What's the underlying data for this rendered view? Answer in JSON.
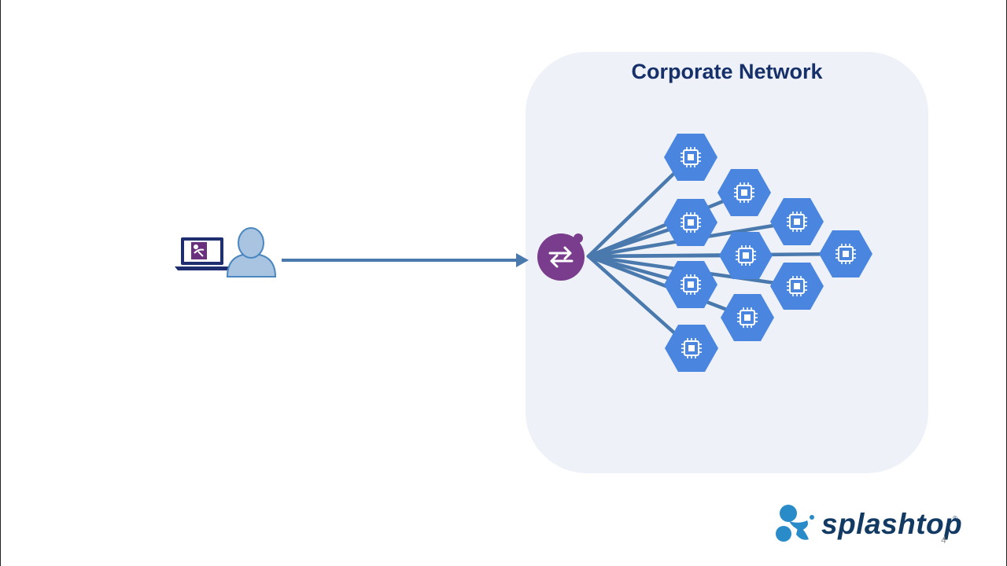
{
  "title": "Corporate Network",
  "page_number": "4",
  "brand": {
    "name": "splashtop",
    "registered_mark": "®"
  },
  "icons": {
    "laptop": "laptop-icon",
    "user": "user-icon",
    "gateway": "gateway-arrows-icon",
    "node": "compute-chip-hexagon-icon",
    "logo": "splashtop-logo-icon"
  },
  "colors": {
    "network_background": "#eef2f8",
    "title": "#16306a",
    "connector": "#4a79ad",
    "node": "#4a86e0",
    "gateway": "#7a3c8c",
    "user": "#a9c4e0",
    "laptop": "#1f2e6e",
    "brand": "#123a63",
    "brand_accent": "#2a8bc9"
  },
  "nodes_count_label": ""
}
